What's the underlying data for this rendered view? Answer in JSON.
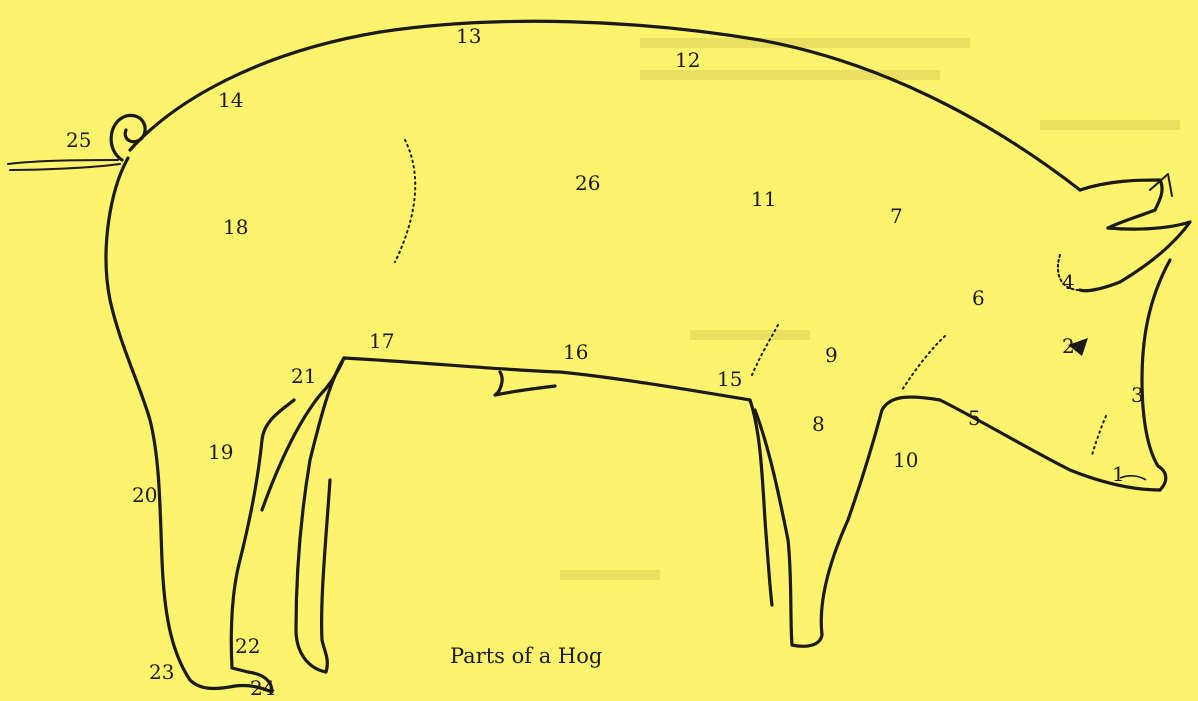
{
  "caption": "Parts of a Hog",
  "part_numbers": [
    "1",
    "2",
    "3",
    "4",
    "5",
    "6",
    "7",
    "8",
    "9",
    "10",
    "11",
    "12",
    "13",
    "14",
    "15",
    "16",
    "17",
    "18",
    "19",
    "20",
    "21",
    "22",
    "23",
    "24",
    "25",
    "26"
  ],
  "colors": {
    "background": "#fdf36c",
    "outline": "#1a1a1a",
    "bleed_text": "#e2d65a"
  }
}
